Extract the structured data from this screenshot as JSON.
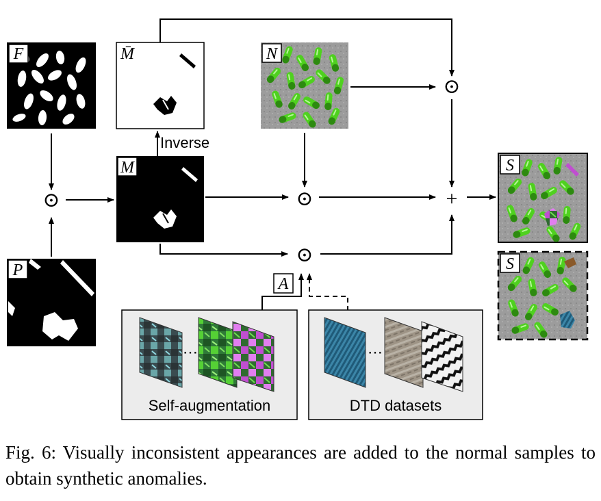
{
  "labels": {
    "f": "F",
    "mbar": "M̄",
    "n": "N",
    "m": "M",
    "p": "P",
    "a": "A",
    "s1": "S",
    "s2": "S",
    "inverse": "Inverse",
    "odot": "⊙",
    "plus": "+",
    "ellipsis": "⋯"
  },
  "panels": {
    "self_aug": "Self-augmentation",
    "dtd": "DTD datasets"
  },
  "caption": "Fig. 6: Visually inconsistent appearances are added to the normal samples to obtain synthetic anomalies.",
  "colors": {
    "pill_green": "#4fd11f",
    "pill_dark": "#2d8a10",
    "bg_gray": "#9a9a9a",
    "panel_bg": "#ececec",
    "dtd_blue": "#2c6f8f",
    "mag": "#c04fd0"
  }
}
